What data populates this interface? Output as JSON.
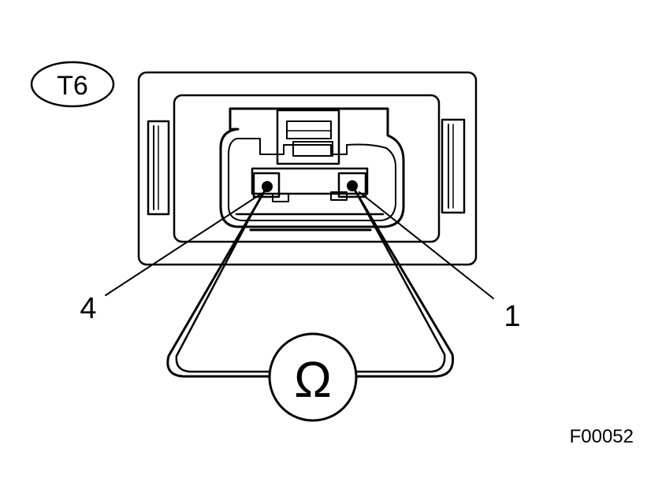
{
  "connector_id": "T6",
  "terminals": [
    {
      "number": "4"
    },
    {
      "number": "1"
    }
  ],
  "meter_symbol": "Ω",
  "figure_code": "F00052",
  "colors": {
    "line": "#000000",
    "background": "#ffffff"
  }
}
